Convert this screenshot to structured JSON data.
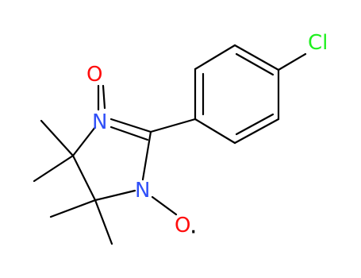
{
  "molecule": {
    "atoms": {
      "chlorine": "Cl",
      "oxide_oxygen": "O",
      "imine_nitrogen": "N",
      "amine_nitrogen": "N",
      "radical_oxygen": "O",
      "radical_dot": "·"
    }
  },
  "colors": {
    "bond": "#000000",
    "oxygen": "#ff0d0d",
    "nitrogen": "#3050f8",
    "chlorine": "#1ff01f",
    "background": "#ffffff"
  }
}
